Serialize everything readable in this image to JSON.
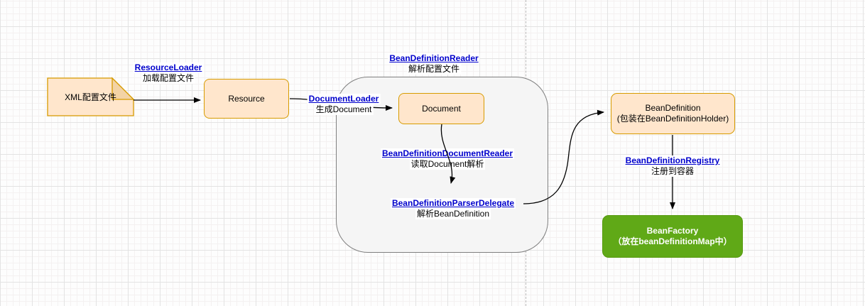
{
  "colors": {
    "node_fill": "#ffe6cc",
    "node_stroke": "#d79b00",
    "note_fold_fill": "#f3d3a5",
    "container_fill": "#f5f5f5",
    "container_stroke": "#7f7f7f",
    "green_fill": "#60a917",
    "green_stroke": "#56990f",
    "link_color": "#0000cc",
    "arrow_color": "#000000",
    "page_divider_color": "#b9b9b9"
  },
  "nodes": {
    "xml_file": {
      "label": "XML配置文件"
    },
    "resource": {
      "label": "Resource"
    },
    "document": {
      "label": "Document"
    },
    "bean_definition": {
      "line1": "BeanDefinition",
      "line2": "(包装在BeanDefinitionHolder)"
    },
    "bean_factory": {
      "line1": "BeanFactory",
      "line2": "（放在beanDefinitionMap中）"
    }
  },
  "edge_labels": {
    "resource_loader": {
      "link": "ResourceLoader",
      "desc": "加载配置文件"
    },
    "document_loader": {
      "link": "DocumentLoader",
      "desc": "生成Document"
    },
    "bean_definition_reader": {
      "link": "BeanDefinitionReader",
      "desc": "解析配置文件"
    },
    "bean_definition_document_reader": {
      "link": "BeanDefinitionDocumentReader",
      "desc": "读取Document解析"
    },
    "bean_definition_parser_delegate": {
      "link": "BeanDefinitionParserDelegate",
      "desc": "解析BeanDefinition"
    },
    "bean_definition_registry": {
      "link": "BeanDefinitionRegistry",
      "desc": "注册到容器"
    }
  }
}
